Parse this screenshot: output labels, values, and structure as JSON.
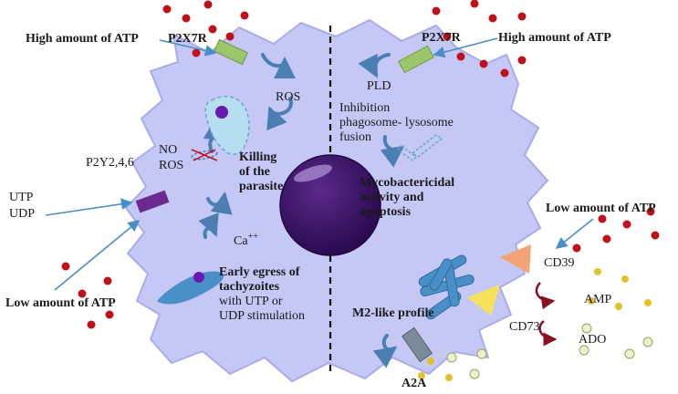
{
  "colors": {
    "cell": "#c5c7f5",
    "cell_edge": "#a9acea",
    "nucleus": "#3b1466",
    "atp_dot": "#c0101a",
    "amp_dot": "#e2c229",
    "ado_dot": "#eef2c9",
    "arrow_blue": "#4a8ec8",
    "curved_arrow": "#4b7fb1",
    "p2x7r": "#9bc76a",
    "p2y": "#6a2a8e",
    "a2a": "#7c8b99",
    "cd39": "#f2a477",
    "cd73": "#f5e25c",
    "dark_red_arrow": "#8a1020",
    "tachyzoite": "#4a90c8",
    "pv_fill": "#b7def0"
  },
  "labels": {
    "high_atp_left": "High amount of ATP",
    "high_atp_right": "High amount of ATP",
    "p2x7r_left": "P2X7R",
    "p2x7r_right": "P2X7R",
    "ros_top": "ROS",
    "no": "NO",
    "ros_left": "ROS",
    "killing_1": "Killing",
    "killing_2": "of the",
    "killing_3": "parasite",
    "p2y": "P2Y2,4,6",
    "utp": "UTP",
    "udp": "UDP",
    "calcium": "Ca",
    "calcium_sup": "++",
    "low_atp_left": "Low amount of ATP",
    "egress_1": "Early egress of",
    "egress_2": "tachyzoites",
    "egress_3": "with UTP or",
    "egress_4": "UDP stimulation",
    "pld": "PLD",
    "inhibition_1": "Inhibition",
    "inhibition_2": "phagosome- lysosome",
    "inhibition_3": "fusion",
    "myco_1": "Mycobactericidal",
    "myco_2": "activity and",
    "myco_3": "apoptosis",
    "low_atp_right": "Low amount of ATP",
    "cd39": "CD39",
    "amp": "AMP",
    "cd73": "CD73",
    "ado": "ADO",
    "m2": "M2-like profile",
    "a2a": "A2A"
  }
}
